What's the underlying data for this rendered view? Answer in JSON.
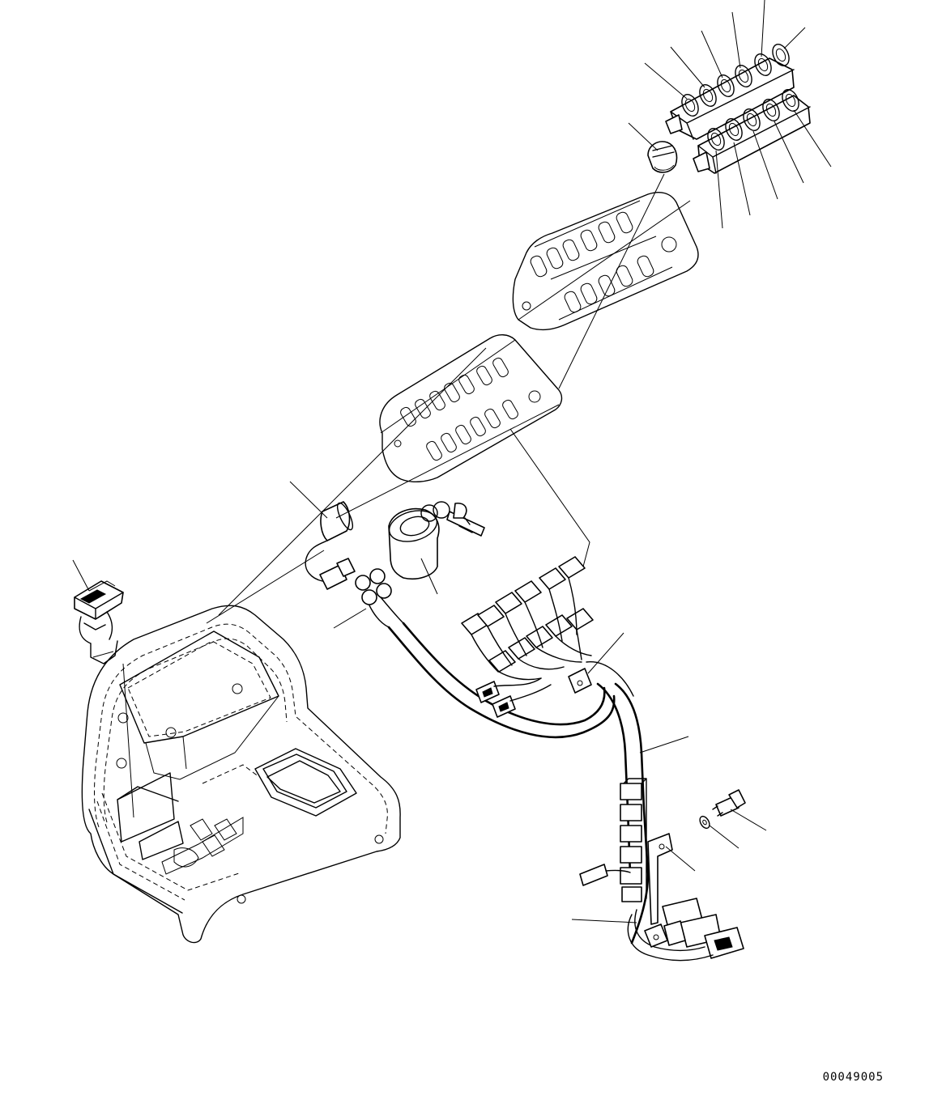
{
  "drawing_number": "00049005",
  "callouts": [
    {
      "id": "switch-upper-1"
    },
    {
      "id": "switch-upper-2"
    },
    {
      "id": "switch-upper-3"
    },
    {
      "id": "switch-upper-4"
    },
    {
      "id": "switch-upper-5"
    },
    {
      "id": "switch-upper-6"
    },
    {
      "id": "switch-lower-1"
    },
    {
      "id": "switch-lower-2"
    },
    {
      "id": "switch-lower-3"
    },
    {
      "id": "switch-lower-4"
    },
    {
      "id": "switch-lower-5"
    },
    {
      "id": "knob"
    },
    {
      "id": "cigarette-lighter"
    },
    {
      "id": "key-switch"
    },
    {
      "id": "wire-terminals"
    },
    {
      "id": "rocker-switch"
    },
    {
      "id": "harness-clamp"
    },
    {
      "id": "harness"
    },
    {
      "id": "bolt"
    },
    {
      "id": "washer"
    },
    {
      "id": "bracket"
    },
    {
      "id": "harness-loop"
    }
  ]
}
